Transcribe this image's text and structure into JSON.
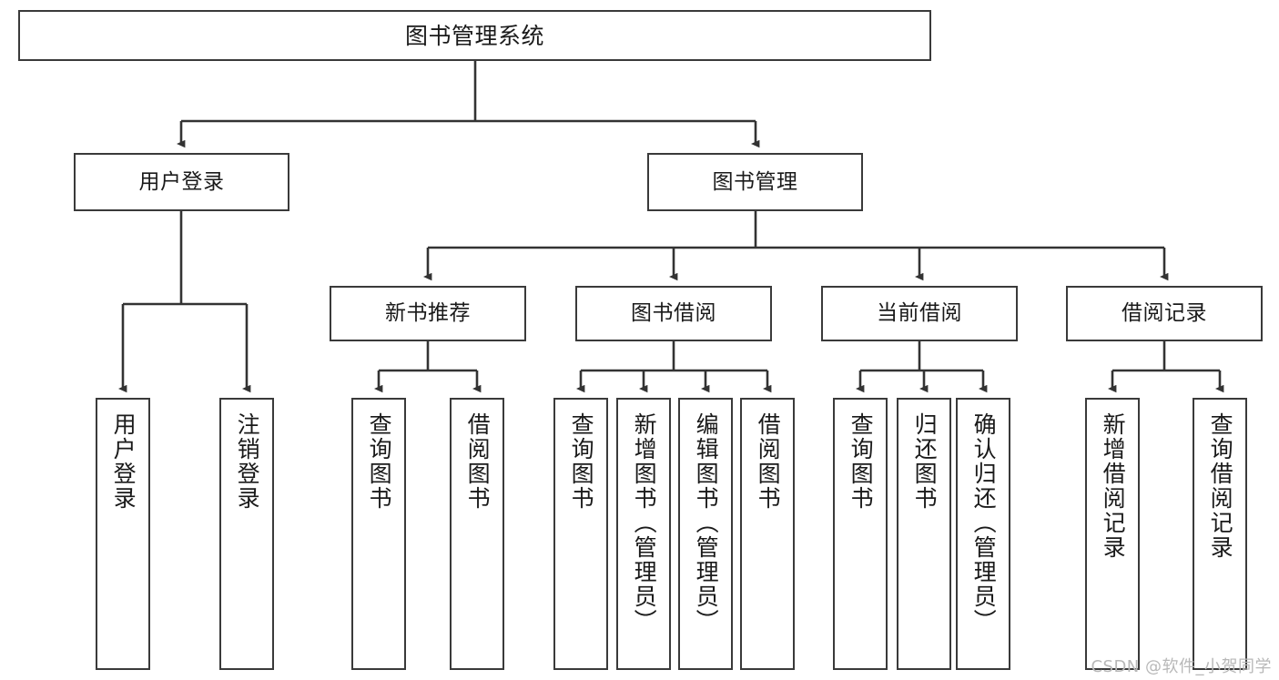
{
  "diagram": {
    "title": "图书管理系统",
    "watermark": "CSDN @软件_小贺同学",
    "colors": {
      "box_border": "#3a3a3a",
      "box_fill": "#ffffff",
      "connector": "#333333",
      "text": "#1a1a1a",
      "watermark": "#b8b8b8",
      "background": "#ffffff"
    },
    "root": {
      "label": "图书管理系统"
    },
    "level2": [
      {
        "label": "用户登录"
      },
      {
        "label": "图书管理"
      }
    ],
    "level3": [
      {
        "label": "新书推荐"
      },
      {
        "label": "图书借阅"
      },
      {
        "label": "当前借阅"
      },
      {
        "label": "借阅记录"
      }
    ],
    "leaves": {
      "user_login": [
        {
          "label": "用户登录"
        },
        {
          "label": "注销登录"
        }
      ],
      "new_book_recommend": [
        {
          "label": "查询图书"
        },
        {
          "label": "借阅图书"
        }
      ],
      "book_borrow": [
        {
          "label": "查询图书"
        },
        {
          "label": "新增图书（管理员）"
        },
        {
          "label": "编辑图书（管理员）"
        },
        {
          "label": "借阅图书"
        }
      ],
      "current_borrow": [
        {
          "label": "查询图书"
        },
        {
          "label": "归还图书"
        },
        {
          "label": "确认归还（管理员）"
        }
      ],
      "borrow_record": [
        {
          "label": "新增借阅记录"
        },
        {
          "label": "查询借阅记录"
        }
      ]
    }
  }
}
